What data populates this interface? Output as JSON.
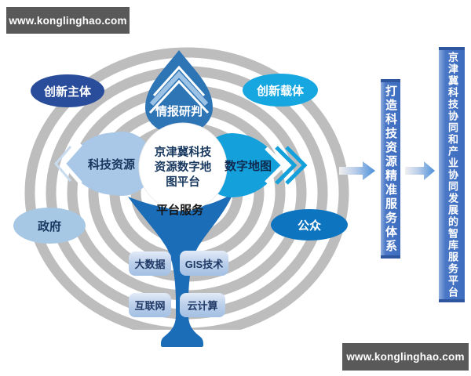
{
  "watermark": {
    "site": "www.konglinghao.com"
  },
  "diagram": {
    "center": {
      "lines": [
        "京津冀科技",
        "资源数字地",
        "图平台"
      ]
    },
    "petals": {
      "top": "情报研判",
      "left": "科技资源",
      "right": "数字地图",
      "bottom": "平台服务"
    },
    "stakeholders": {
      "top_left": "创新主体",
      "top_right": "创新载体",
      "bottom_left": "政府",
      "bottom_right": "公众"
    },
    "tech_boxes": [
      "大数据",
      "GIS技术",
      "互联网",
      "云计算"
    ]
  },
  "outcomes": {
    "bar1": "打造科技资源精准服务体系",
    "bar2": "京津冀科技协同和产业协同发展的智库服务平台"
  },
  "colors": {
    "ring": "#bdbdbd",
    "petal_top": "#2e75b6",
    "petal_left": "#a9c7e6",
    "petal_right": "#14a0da",
    "petal_bottom": "#1b6db8",
    "bar_blue": "#4070c2",
    "ellipse_dark_navy": "#2a4d9b",
    "ellipse_cyan": "#17a7e0",
    "ellipse_light_blue": "#a6c8e4",
    "ellipse_blue": "#0d74bf",
    "watermark_bg": "#595959"
  }
}
